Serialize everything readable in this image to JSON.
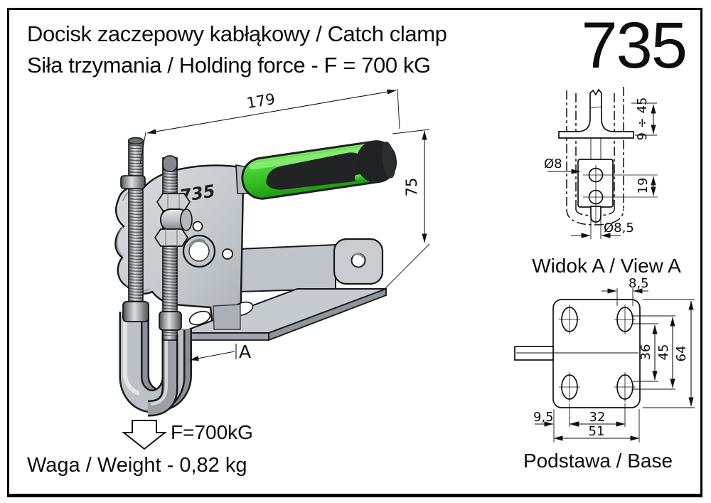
{
  "header": {
    "title_line1": "Docisk zaczepowy kabłąkowy / Catch clamp",
    "title_line2": "Siła trzymania / Holding force - F = 700 kG",
    "model_number": "735"
  },
  "drawing": {
    "dim_width": "179",
    "dim_height": "75",
    "body_marking": "735",
    "section_label": "A"
  },
  "view_a": {
    "caption": "Widok A / View A",
    "dim_range": "9 ÷ 45",
    "dim_hole": "Ø8",
    "dim_spacing": "19",
    "dim_rod": "Ø8,5"
  },
  "base_view": {
    "caption": "Podstawa / Base",
    "dim_slot_width": "8,5",
    "dim_span_inner": "36",
    "dim_span_outer": "45",
    "dim_plate_height": "64",
    "dim_edge_offset": "9,5",
    "dim_hole_pitch": "32",
    "dim_plate_width": "51"
  },
  "footer": {
    "force_label": "F=700kG",
    "weight_label": "Waga / Weight - 0,82 kg"
  },
  "colors": {
    "handle_green": "#3cc52e",
    "handle_dark": "#232527",
    "metal_light": "#d6d9dc",
    "metal_mid": "#9ba0a5",
    "metal_dark": "#45494d",
    "line": "#111111"
  }
}
